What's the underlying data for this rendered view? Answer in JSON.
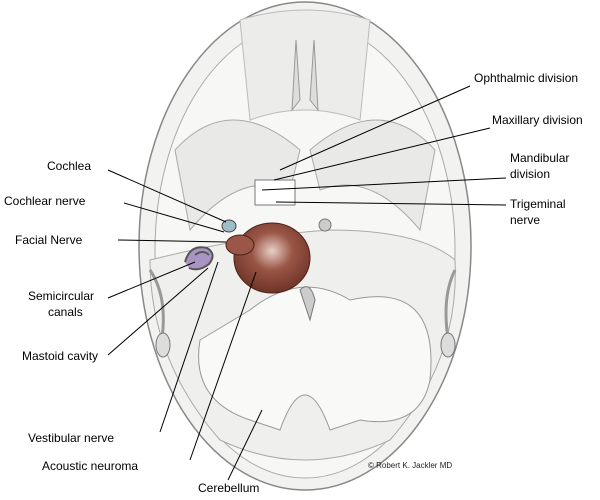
{
  "labels": {
    "ophthalmic": "Ophthalmic division",
    "maxillary": "Maxillary division",
    "mandibular_1": "Mandibular",
    "mandibular_2": "division",
    "trigeminal_1": "Trigeminal",
    "trigeminal_2": "nerve",
    "cochlea": "Cochlea",
    "cochlear_nerve": "Cochlear nerve",
    "facial_nerve": "Facial Nerve",
    "semicircular_1": "Semicircular",
    "semicircular_2": "canals",
    "mastoid": "Mastoid cavity",
    "vestibular": "Vestibular nerve",
    "neuroma": "Acoustic neuroma",
    "cerebellum": "Cerebellum"
  },
  "copyright": "© Robert K. Jackler MD",
  "colors": {
    "neuroma": "#8a4a3c",
    "canals": "#a995c4",
    "cochlea": "#9fbcc9",
    "bone": "#f3f3f1"
  }
}
